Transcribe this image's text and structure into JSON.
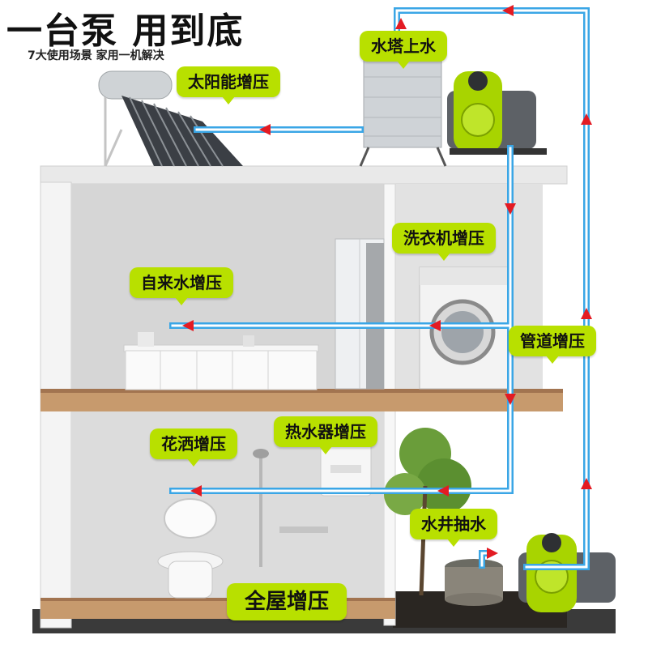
{
  "header": {
    "title": "一台泵 用到底",
    "subtitle": "7大使用场景 家用一机解决"
  },
  "labels": {
    "water_tower": "水塔上水",
    "solar": "太阳能增压",
    "washer": "洗衣机增压",
    "tap": "自来水增压",
    "pipe": "管道增压",
    "heater": "热水器增压",
    "shower": "花洒增压",
    "well": "水井抽水",
    "whole_house": "全屋增压"
  },
  "colors": {
    "accent": "#b8e000",
    "pipe": "#3aa6e6",
    "arrow": "#e31b23"
  }
}
